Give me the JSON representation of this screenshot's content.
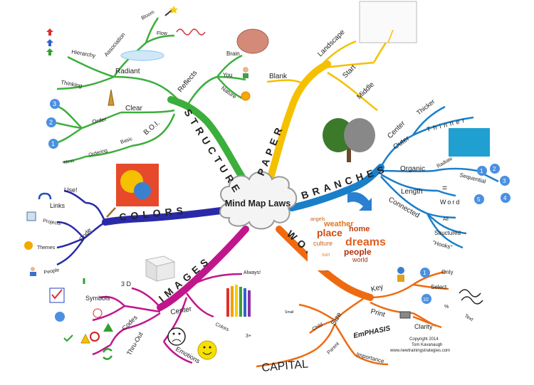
{
  "center": {
    "title": "Mind Map Laws"
  },
  "colors": {
    "structure": "#3cae3c",
    "paper": "#f5c000",
    "branches": "#1a7fc9",
    "words": "#ee6a10",
    "images": "#c0168c",
    "colors": "#2a2aa8"
  },
  "structure": {
    "label": "STRUCTURE",
    "reflects": "Reflects",
    "brain": "Brain",
    "you": "You",
    "nature": "Nature",
    "radiant": "Radiant",
    "association": "Association",
    "hierarchy": "Hierarchy",
    "thinking": "Thinking",
    "bloom": "Bloom",
    "flow": "Flow",
    "clear": "Clear",
    "order": "Order",
    "boi": "B.O.I.",
    "basic": "Basic",
    "ordering": "Ordering",
    "ideas": "Ideas",
    "numbers": [
      "3",
      "2",
      "1"
    ]
  },
  "paper": {
    "label": "PAPER",
    "blank": "Blank",
    "landscape": "Landscape",
    "start": "Start",
    "middle": "Middle"
  },
  "branches": {
    "label": "BRANCHES",
    "center": "Center",
    "thicker": "Thicker",
    "outer": "Outer",
    "thinner": "Thinner",
    "organic": "Organic",
    "radiate": "Radiate",
    "sequential": "Sequential",
    "length": "Length",
    "equals": "=",
    "word": "Word",
    "connected": "Connected",
    "all": "All",
    "structured": "Structured",
    "hooks": "\"Hooks\"",
    "numbers": [
      "1",
      "2",
      "3",
      "4",
      "5"
    ]
  },
  "words": {
    "label": "WORDS",
    "key": "Key",
    "only": "Only",
    "select": "Select",
    "one": "1",
    "ten": "10",
    "percent": "%",
    "text": "Text",
    "print": "Print",
    "clarity": "Clarity",
    "size": "Size",
    "small": "Small",
    "child": "Child",
    "parent": "Parent",
    "emphasis": "EmPHASIS",
    "importance": "Importance",
    "capital": "CAPITAL",
    "copyright": "Copyright 2014",
    "author": "Tom Kavanaugh",
    "url": "www.newtrainingstrategies.com",
    "cloud_words": [
      "place",
      "dreams",
      "people",
      "weather",
      "home",
      "culture",
      "world",
      "angels",
      "sun"
    ]
  },
  "images": {
    "label": "IMAGES",
    "three_d": "3 D",
    "center": "Center",
    "always": "Always!",
    "colors": "Colors",
    "three_plus": "3+",
    "emotions": "Emotions",
    "thru_out": "Thru-Out",
    "codes": "Codes",
    "symbols": "Symbols"
  },
  "colorsBranch": {
    "label": "COLORS",
    "use": "Use!",
    "links": "Links",
    "projects": "Projects",
    "code": "Code",
    "themes": "Themes",
    "people": "People"
  }
}
